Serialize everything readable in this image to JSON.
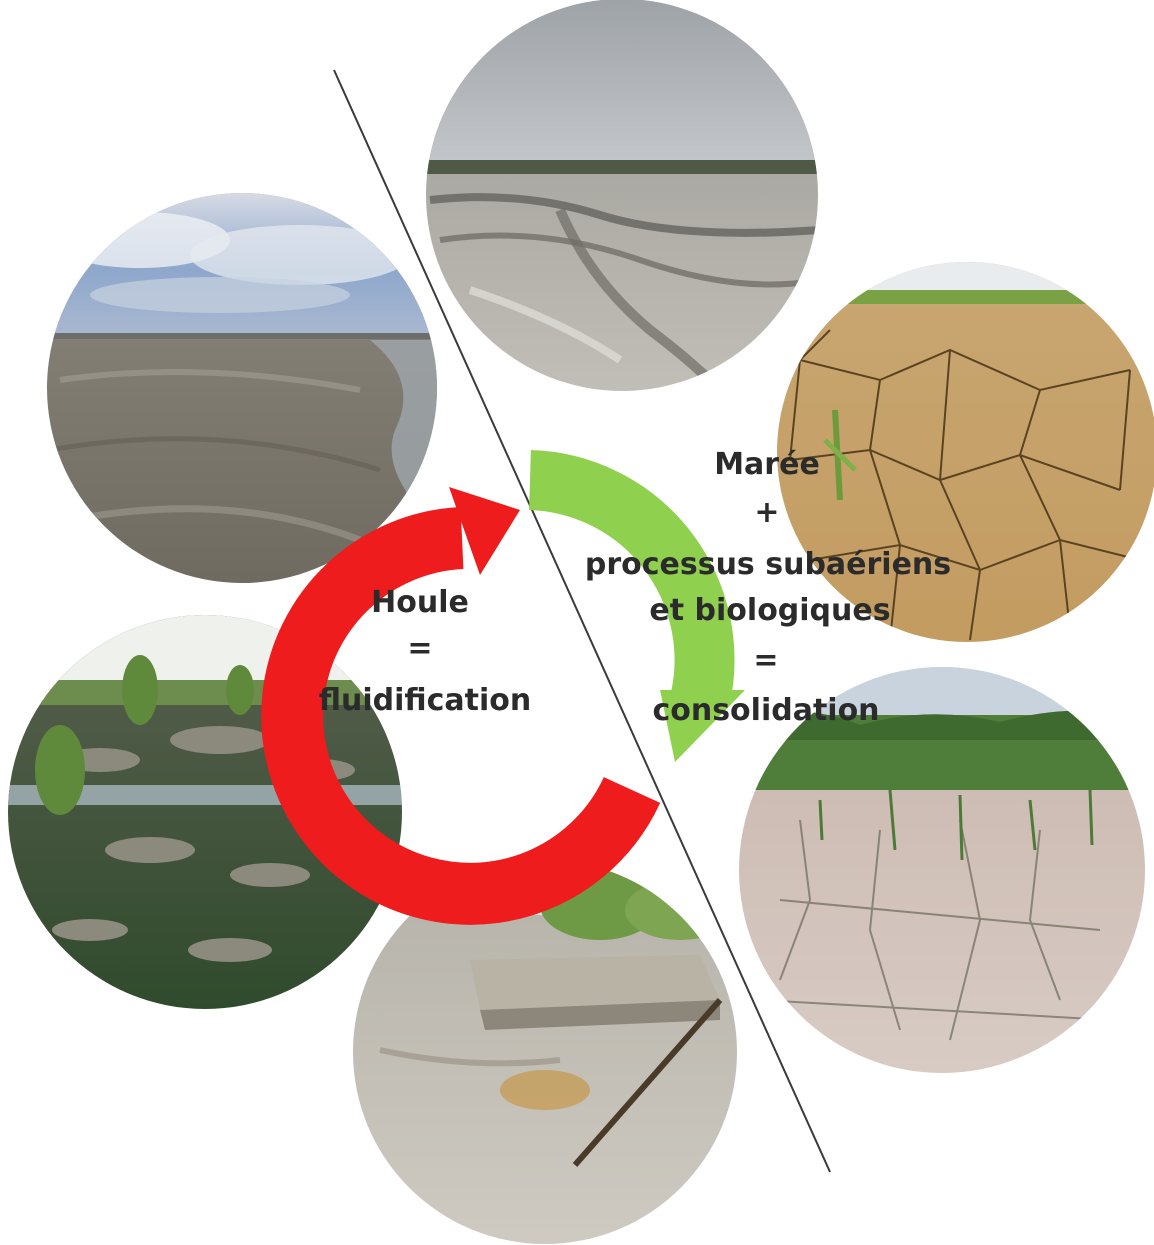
{
  "diagram": {
    "colors": {
      "wave_arrow": "#ee1c1c",
      "tide_arrow": "#8fd14f",
      "divider_line": "#3a3a3a",
      "text": "#2b2b2b"
    },
    "wave_label": {
      "line1": "Houle",
      "line2": "=",
      "line3": "fluidification"
    },
    "tide_label": {
      "line1": "Marée",
      "line2": "+",
      "line3": "processus subaériens",
      "line4": "et biologiques",
      "line5": "=",
      "line6": "consolidation"
    },
    "photos": [
      {
        "name": "mudflat-cloudy-sky-photo",
        "scene": "open mudflat under cloudy sky"
      },
      {
        "name": "wet-mudflat-channels-photo",
        "scene": "wet mudflat with channels and distant tree line"
      },
      {
        "name": "cracked-dry-mud-photo",
        "scene": "dry cracked mud with young vegetation"
      },
      {
        "name": "mud-young-mangroves-photo",
        "scene": "smooth mud with young mangroves"
      },
      {
        "name": "eroded-mud-slab-photo",
        "scene": "eroded mud slab with plants"
      },
      {
        "name": "flooded-mud-clumps-photo",
        "scene": "flooded mud clumps with shrubs"
      }
    ]
  }
}
